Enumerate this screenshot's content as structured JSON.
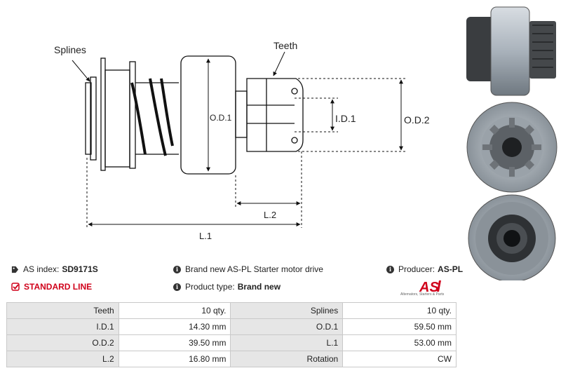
{
  "diagram": {
    "labels": {
      "splines": "Splines",
      "teeth": "Teeth",
      "od1": "O.D.1",
      "id1": "I.D.1",
      "od2": "O.D.2",
      "l2": "L.2",
      "l1": "L.1"
    }
  },
  "info": {
    "index_label": "AS index:",
    "index_value": "SD9171S",
    "line_label": "STANDARD LINE",
    "desc": "Brand new AS-PL Starter motor drive",
    "type_label": "Product type:",
    "type_value": "Brand new",
    "producer_label": "Producer:",
    "producer_value": "AS-PL",
    "logo_text": "AS",
    "logo_sub": "Alternators, Starters & Parts"
  },
  "colors": {
    "accent_red": "#d0021b",
    "table_key_bg": "#e6e6e6",
    "border": "#c9c9c9"
  },
  "specs": {
    "rows": [
      {
        "k1": "Teeth",
        "v1": "10 qty.",
        "k2": "Splines",
        "v2": "10 qty."
      },
      {
        "k1": "I.D.1",
        "v1": "14.30 mm",
        "k2": "O.D.1",
        "v2": "59.50 mm"
      },
      {
        "k1": "O.D.2",
        "v1": "39.50 mm",
        "k2": "L.1",
        "v2": "53.00 mm"
      },
      {
        "k1": "L.2",
        "v1": "16.80 mm",
        "k2": "Rotation",
        "v2": "CW"
      }
    ]
  }
}
